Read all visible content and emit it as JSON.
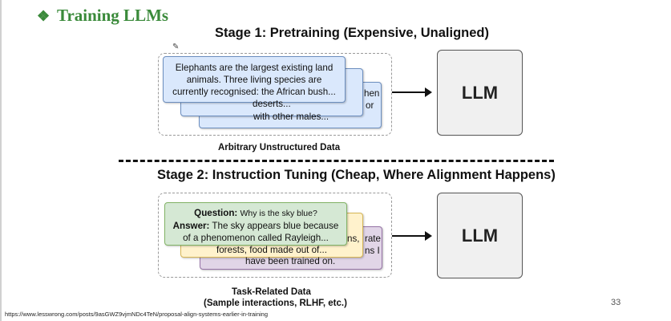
{
  "title": {
    "bullet": "❖",
    "text": "Training LLMs"
  },
  "stage1": {
    "heading": "Stage 1: Pretraining (Expensive, Unaligned)",
    "front_card": "Elephants are the largest existing land animals. Three living species are currently recognised: the African bush...",
    "middle_fragments": [
      "hen",
      "deserts...",
      "or"
    ],
    "back_fragments": [
      "with other males..."
    ],
    "caption": "Arbitrary Unstructured Data",
    "model_label": "LLM"
  },
  "stage2": {
    "heading": "Stage 2: Instruction Tuning (Cheap, Where Alignment Happens)",
    "front_card": {
      "question_label": "Question:",
      "question": "Why is the sky blue?",
      "answer_label": "Answer:",
      "answer": "The sky appears blue because of a phenomenon called Rayleigh..."
    },
    "middle_fragments": [
      "ns,",
      "forests, food made out of..."
    ],
    "back_fragments": [
      "rate",
      "ns I",
      "have been trained on."
    ],
    "caption_line1": "Task-Related Data",
    "caption_line2": "(Sample interactions, RLHF, etc.)",
    "model_label": "LLM"
  },
  "page_number": "33",
  "source_url": "https://www.lesswrong.com/posts/9asGWZ9vjmNDc4TeN/proposal-align-systems-earlier-in-training",
  "colors": {
    "title_green": "#3a8a3a",
    "blue_card": "#dae8fc",
    "green_card": "#d5e8d4",
    "yellow_card": "#fff2cc",
    "purple_card": "#e1d5e7",
    "llm_box": "#f0f0f0"
  },
  "icons": [
    "pencil-icon",
    "arrow-right-icon"
  ]
}
